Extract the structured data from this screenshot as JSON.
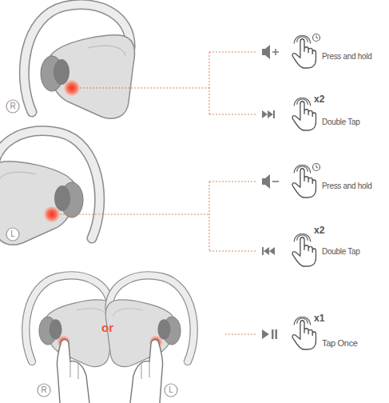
{
  "diagram": {
    "nodes": [
      {
        "text": [
          "R"
        ]
      },
      {
        "text": [
          "L"
        ]
      },
      {
        "text": [
          "R"
        ]
      },
      {
        "text": [
          "L"
        ]
      }
    ],
    "labels": [
      "Press and hold",
      "x2",
      "Double Tap",
      "Press and hold",
      "x2",
      "Double Tap",
      "or",
      "x1",
      "Tap Once"
    ]
  }
}
